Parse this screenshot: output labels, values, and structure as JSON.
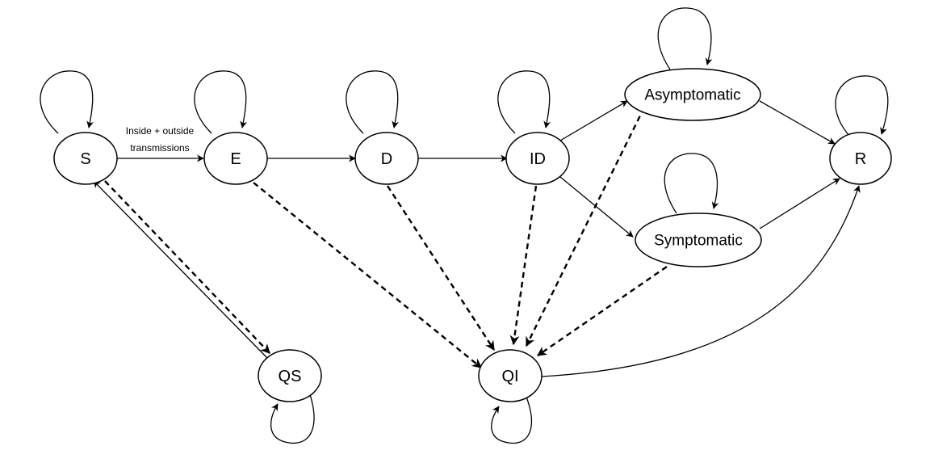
{
  "diagram": {
    "nodes": {
      "S": {
        "label": "S"
      },
      "E": {
        "label": "E"
      },
      "D": {
        "label": "D"
      },
      "ID": {
        "label": "ID"
      },
      "Asymptomatic": {
        "label": "Asymptomatic"
      },
      "Symptomatic": {
        "label": "Symptomatic"
      },
      "R": {
        "label": "R"
      },
      "QS": {
        "label": "QS"
      },
      "QI": {
        "label": "QI"
      }
    },
    "edges": [
      {
        "from": "S",
        "to": "E",
        "style": "solid",
        "label_lines": [
          "Inside + outside",
          "transmissions"
        ]
      },
      {
        "from": "E",
        "to": "D",
        "style": "solid"
      },
      {
        "from": "D",
        "to": "ID",
        "style": "solid"
      },
      {
        "from": "ID",
        "to": "Asymptomatic",
        "style": "solid"
      },
      {
        "from": "ID",
        "to": "Symptomatic",
        "style": "solid"
      },
      {
        "from": "Asymptomatic",
        "to": "R",
        "style": "solid"
      },
      {
        "from": "Symptomatic",
        "to": "R",
        "style": "solid"
      },
      {
        "from": "QS",
        "to": "S",
        "style": "solid"
      },
      {
        "from": "QI",
        "to": "R",
        "style": "solid"
      },
      {
        "from": "S",
        "to": "QS",
        "style": "dashed"
      },
      {
        "from": "E",
        "to": "QI",
        "style": "dashed"
      },
      {
        "from": "D",
        "to": "QI",
        "style": "dashed"
      },
      {
        "from": "ID",
        "to": "QI",
        "style": "dashed"
      },
      {
        "from": "Asymptomatic",
        "to": "QI",
        "style": "dashed"
      },
      {
        "from": "Symptomatic",
        "to": "QI",
        "style": "dashed"
      }
    ],
    "self_loops": [
      "S",
      "E",
      "D",
      "ID",
      "Asymptomatic",
      "Symptomatic",
      "R",
      "QS",
      "QI"
    ]
  }
}
